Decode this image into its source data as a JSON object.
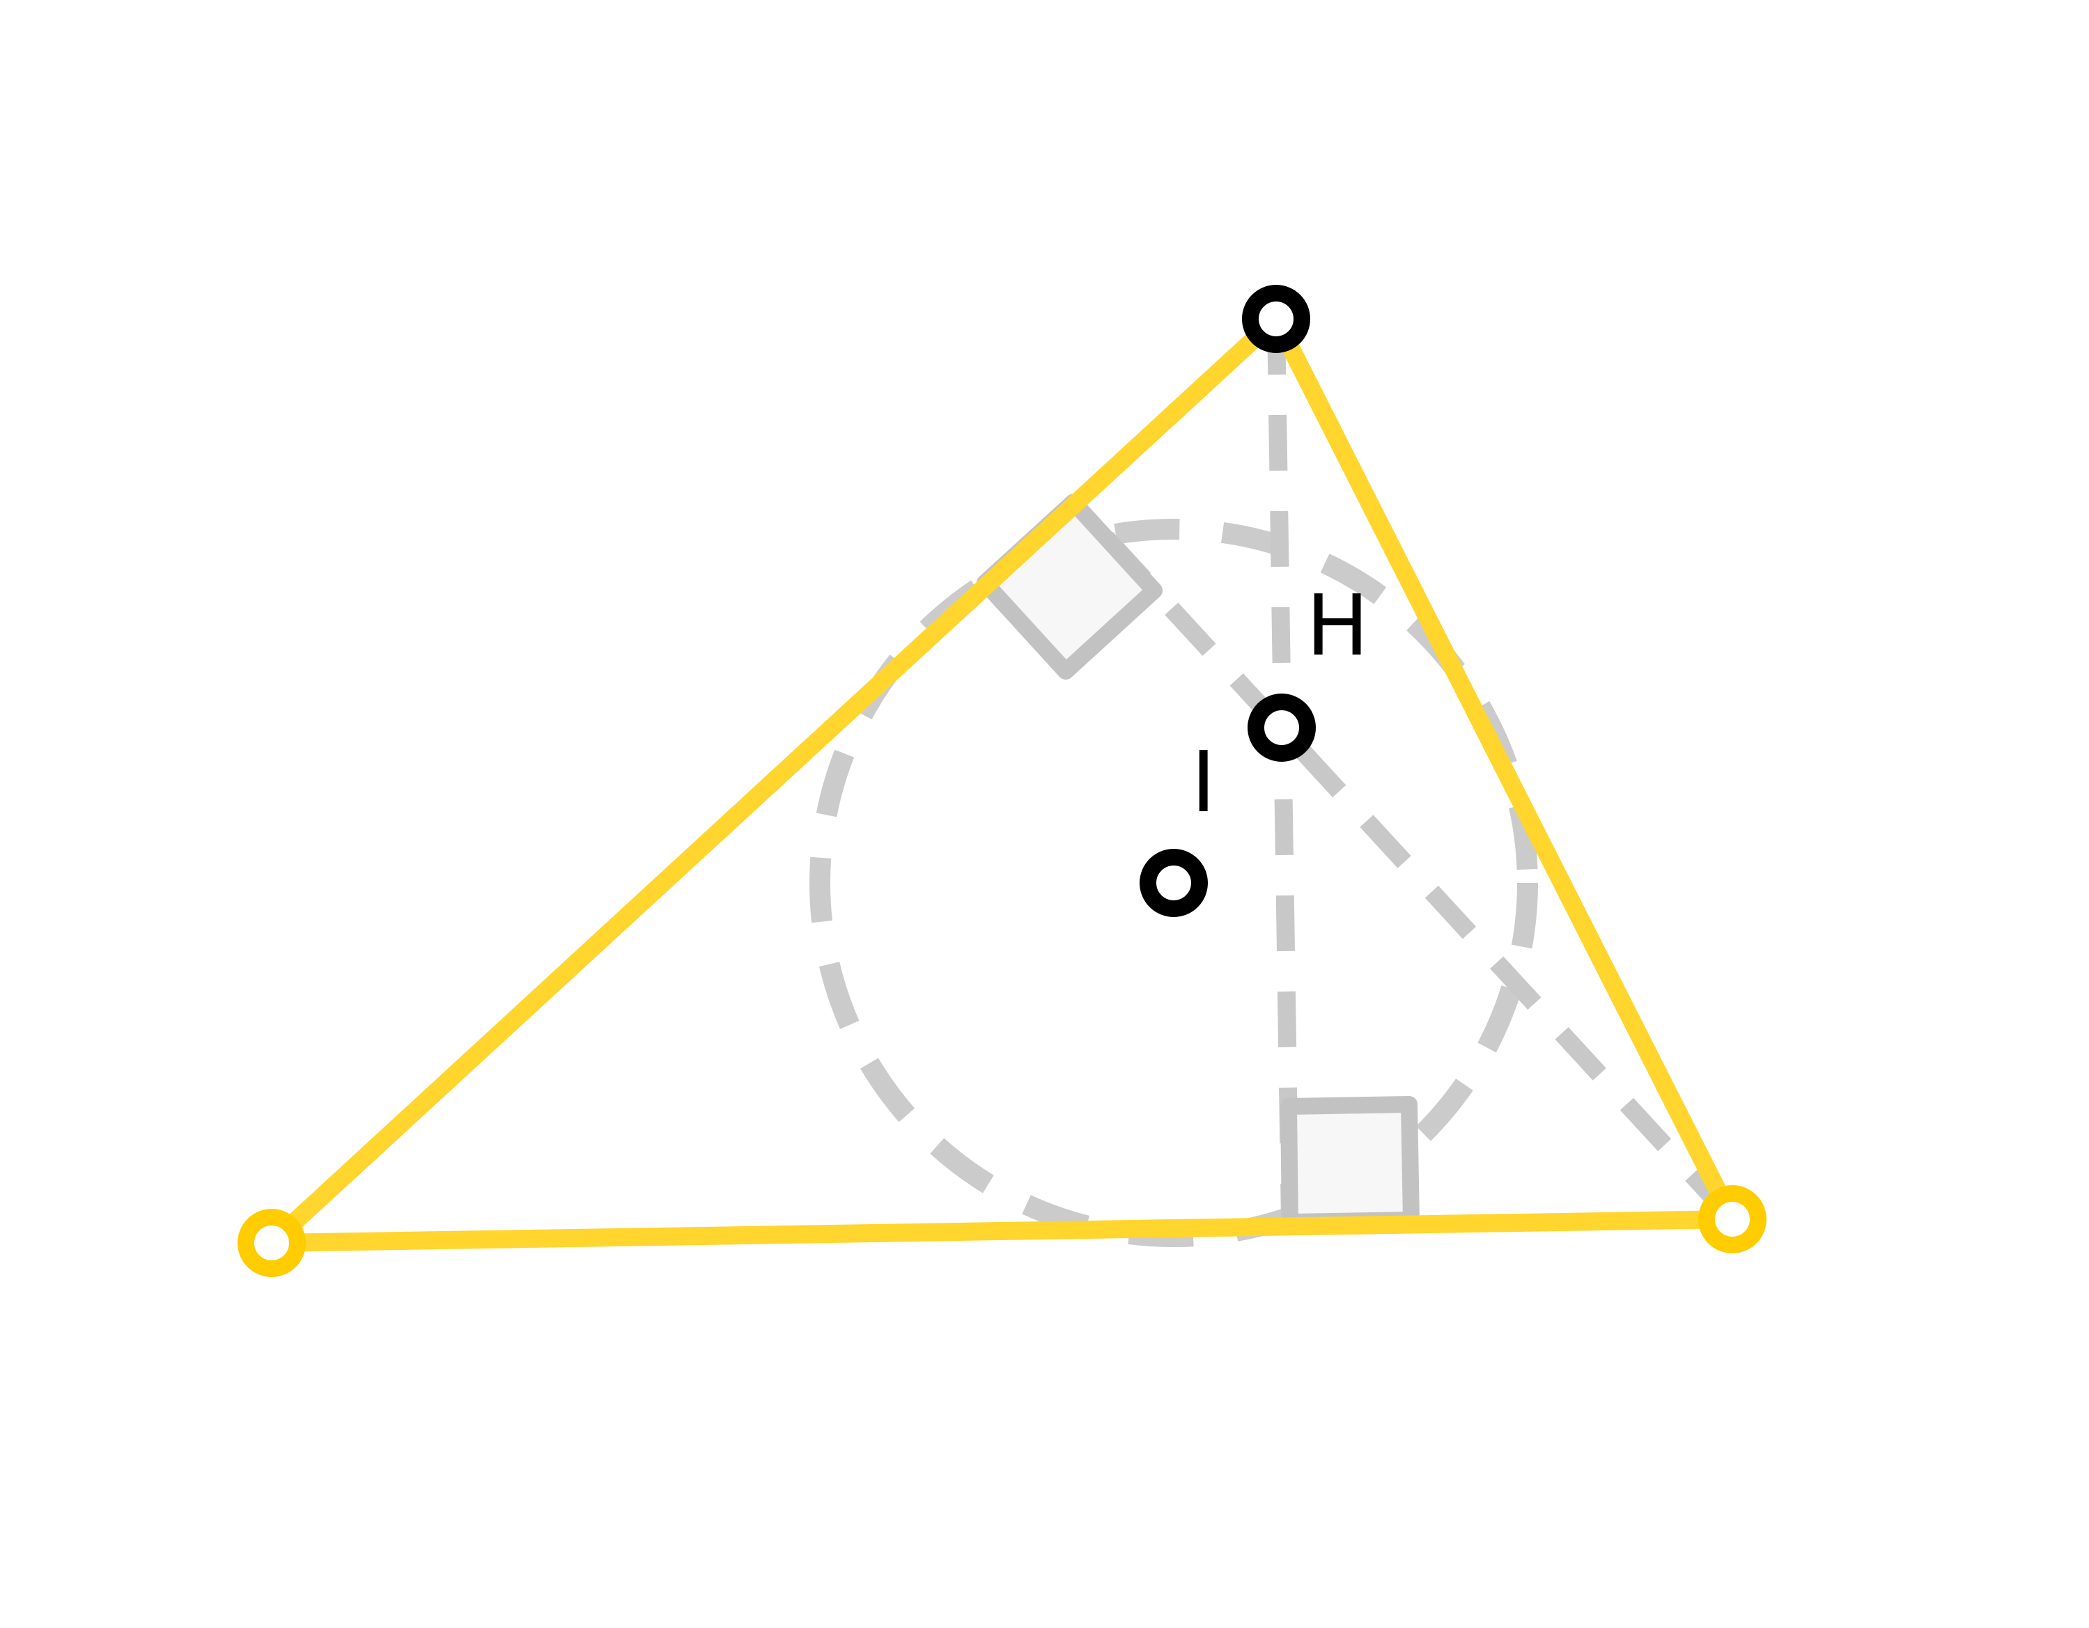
{
  "figure": {
    "labels": {
      "orthocenter": "H",
      "incenter": "I"
    },
    "colors": {
      "triangle": "#FFD52E",
      "triangle_vertex": "#FFCC00",
      "construction": "#C8C8C8",
      "right_angle_fill": "#F7F7F7",
      "point": "#000000"
    },
    "elements": [
      "triangle",
      "incircle",
      "altitude",
      "altitude",
      "right-angle-marker",
      "right-angle-marker",
      "orthocenter",
      "incenter"
    ]
  }
}
